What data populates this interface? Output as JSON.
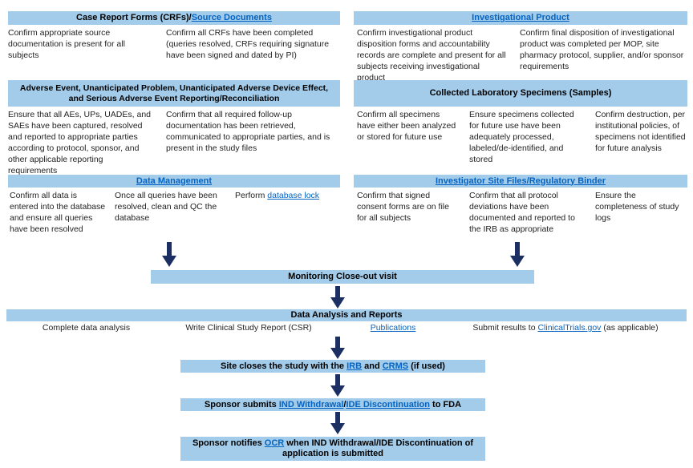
{
  "colors": {
    "bar_blue": "#A3CCEA",
    "arrow_navy": "#1B2F63",
    "link_blue": "#0563C1"
  },
  "panels": {
    "crf": {
      "title_prefix": "Case Report Forms (CRFs)/",
      "title_link": "Source Documents",
      "col1": "Confirm appropriate source documentation is present for all subjects",
      "col2": "Confirm all CRFs have been completed (queries resolved, CRFs requiring signature have been signed and dated by PI)"
    },
    "ip": {
      "title_link": "Investigational Product",
      "col1": "Confirm investigational product disposition forms and accountability records are complete and present for all subjects receiving investigational product",
      "col2": "Confirm final disposition of investigational product was completed per MOP, site pharmacy protocol, supplier, and/or sponsor requirements"
    },
    "ae": {
      "title": "Adverse Event, Unanticipated Problem, Unanticipated Adverse Device Effect, and Serious Adverse Event Reporting/Reconciliation",
      "col1": "Ensure that all AEs, UPs, UADEs, and SAEs have been captured, resolved and reported to appropriate parties according to protocol, sponsor, and other applicable reporting requirements",
      "col2": "Confirm that all required follow-up documentation has been retrieved, communicated to appropriate parties, and is present in the study files"
    },
    "specimens": {
      "title": "Collected Laboratory Specimens (Samples)",
      "col1": "Confirm all specimens have either been analyzed or stored for future use",
      "col2": "Ensure specimens collected for future use have been adequately processed, labeled/de-identified, and stored",
      "col3": "Confirm destruction, per institutional policies, of specimens not identified for future analysis"
    },
    "dm": {
      "title_link": "Data Management",
      "col1": "Confirm all data is entered into the database and ensure all queries have been resolved",
      "col2": "Once all queries have been resolved, clean and QC the database",
      "col3_prefix": "Perform ",
      "col3_link": "database lock"
    },
    "isf": {
      "title_link": "Investigator Site Files/Regulatory Binder",
      "col1": "Confirm that signed consent forms are on file for all subjects",
      "col2": "Confirm that all protocol deviations have been documented and reported to the IRB as appropriate",
      "col3": "Ensure the completeness of study logs"
    }
  },
  "flow": {
    "monitoring_label": "Monitoring Close-out visit",
    "data_analysis": {
      "title": "Data Analysis and Reports",
      "item1": "Complete data analysis",
      "item2": "Write Clinical Study Report (CSR)",
      "item3_link": "Publications",
      "item4_prefix": "Submit results to ",
      "item4_link": "ClinicalTrials.gov",
      "item4_suffix": " (as applicable)"
    },
    "site_closes": {
      "prefix": "Site closes the study with the ",
      "link1": "IRB",
      "mid": " and ",
      "link2": "CRMS",
      "suffix": " (if used)"
    },
    "sponsor_submits": {
      "prefix": "Sponsor submits ",
      "link1": "IND Withdrawal",
      "mid": "/",
      "link2": "IDE Discontinuation",
      "suffix": " to FDA"
    },
    "sponsor_notifies": {
      "prefix": "Sponsor notifies ",
      "link": "OCR",
      "suffix": " when IND Withdrawal/IDE Discontinuation of application is submitted"
    }
  }
}
